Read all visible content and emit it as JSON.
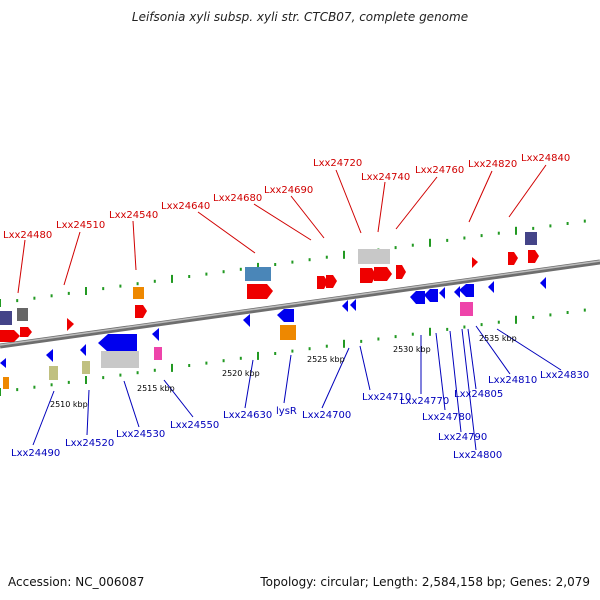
{
  "title": "Leifsonia xyli subsp. xyli str. CTCB07, complete genome",
  "footer": {
    "accession": "Accession: NC_006087",
    "summary": "Topology: circular; Length: 2,584,158 bp; Genes: 2,079"
  },
  "colors": {
    "forward_label": "#d00000",
    "reverse_label": "#0000bb",
    "axis": "#7a7a7a",
    "tick": "#229922",
    "forward_gene": "#ee0000",
    "reverse_gene": "#0000ee"
  },
  "scale_labels": [
    "2510 kbp",
    "2515 kbp",
    "2520 kbp",
    "2525 kbp",
    "2530 kbp",
    "2535 kbp"
  ],
  "forward_labels": [
    "Lxx24480",
    "Lxx24510",
    "Lxx24540",
    "Lxx24640",
    "Lxx24680",
    "Lxx24690",
    "Lxx24720",
    "Lxx24740",
    "Lxx24760",
    "Lxx24820",
    "Lxx24840"
  ],
  "reverse_labels": [
    "Lxx24490",
    "Lxx24520",
    "Lxx24530",
    "Lxx24550",
    "Lxx24630",
    "lysR",
    "Lxx24700",
    "Lxx24710",
    "Lxx24770",
    "Lxx24780",
    "Lxx24790",
    "Lxx24800",
    "Lxx24805",
    "Lxx24810",
    "Lxx24830"
  ]
}
